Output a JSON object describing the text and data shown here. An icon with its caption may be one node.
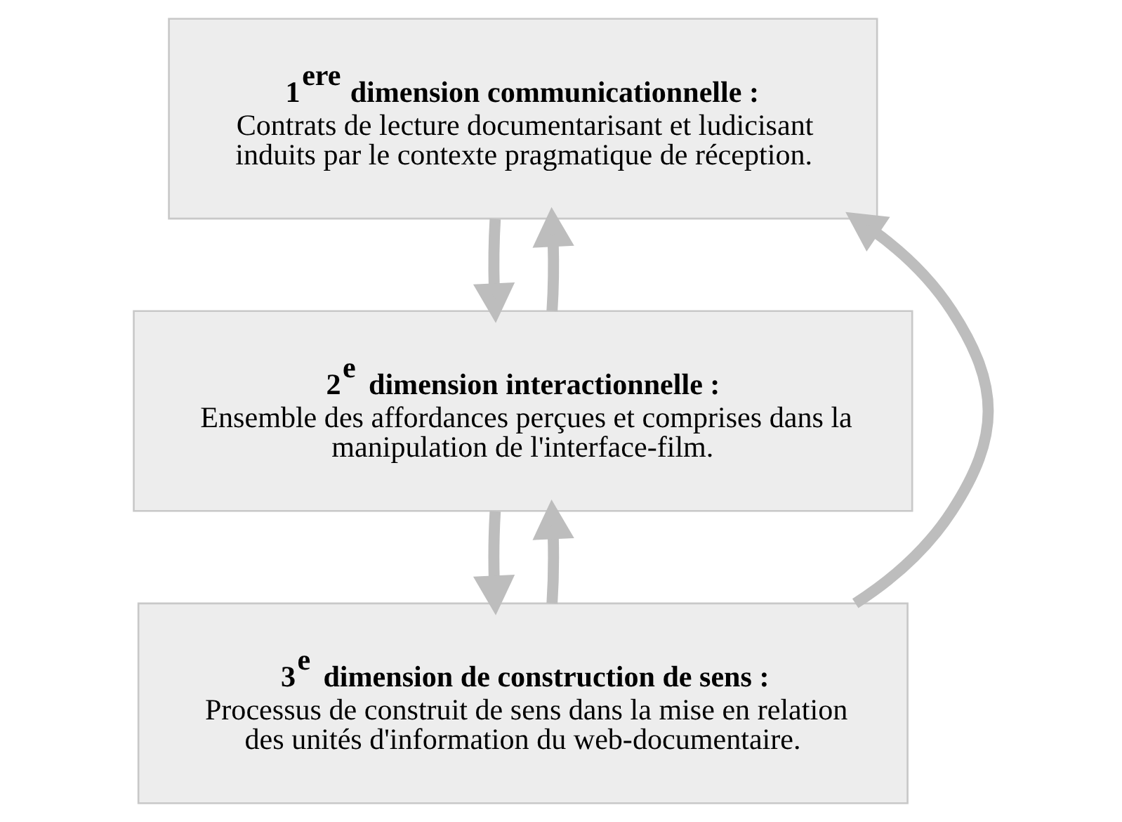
{
  "diagram": {
    "nodes": [
      {
        "text": [
          "1$^{ere}$ dimension communicationnelle :",
          "Contrats de lecture documentarisant et ludicisant induits par le contexte pragmatique de réception."
        ]
      },
      {
        "text": [
          "2$^{e}$ dimension interactionnelle :",
          "Ensemble des affordances perçues et comprises dans la manipulation de l'interface-film."
        ]
      },
      {
        "text": [
          "3$^{e}$ dimension de construction de sens :",
          "Processus de construit de sens dans la mise en relation des unités d'information du web-documentaire."
        ]
      }
    ],
    "edges": [
      {
        "from": 0,
        "to": 1,
        "arrow": "to"
      },
      {
        "from": 1,
        "to": 0,
        "arrow": "to"
      },
      {
        "from": 1,
        "to": 2,
        "arrow": "to"
      },
      {
        "from": 2,
        "to": 1,
        "arrow": "to"
      },
      {
        "from": 2,
        "to": 0,
        "arrow": "to"
      }
    ]
  }
}
